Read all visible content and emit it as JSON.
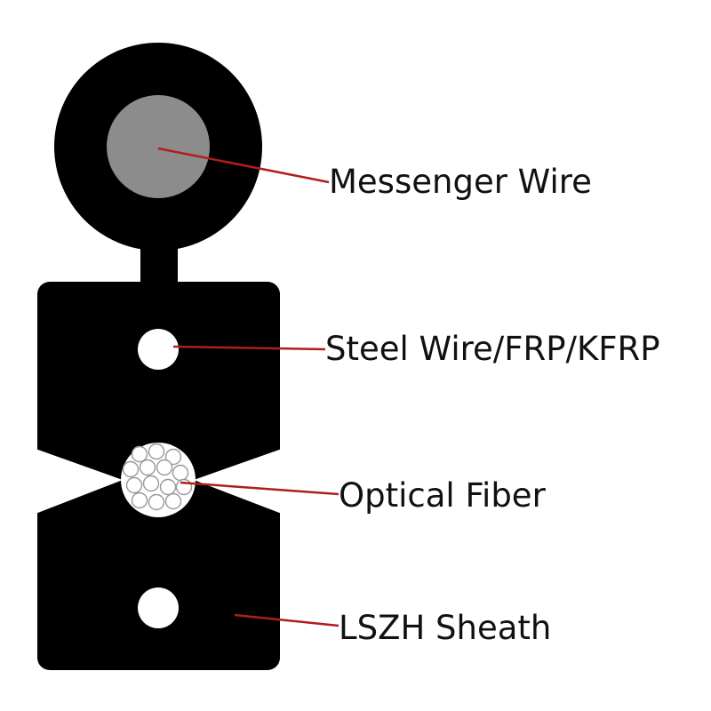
{
  "diagram": {
    "labels": {
      "messenger_wire": "Messenger Wire",
      "steel_wire": "Steel Wire/FRP/KFRP",
      "optical_fiber": "Optical Fiber",
      "lszh_sheath": "LSZH Sheath"
    },
    "colors": {
      "sheath": "#000000",
      "messenger_core": "#8c8c8c",
      "strength_member": "#ffffff",
      "fiber_bundle": "#ffffff",
      "leader_line": "#b01e1e",
      "label_text": "#111111"
    }
  }
}
